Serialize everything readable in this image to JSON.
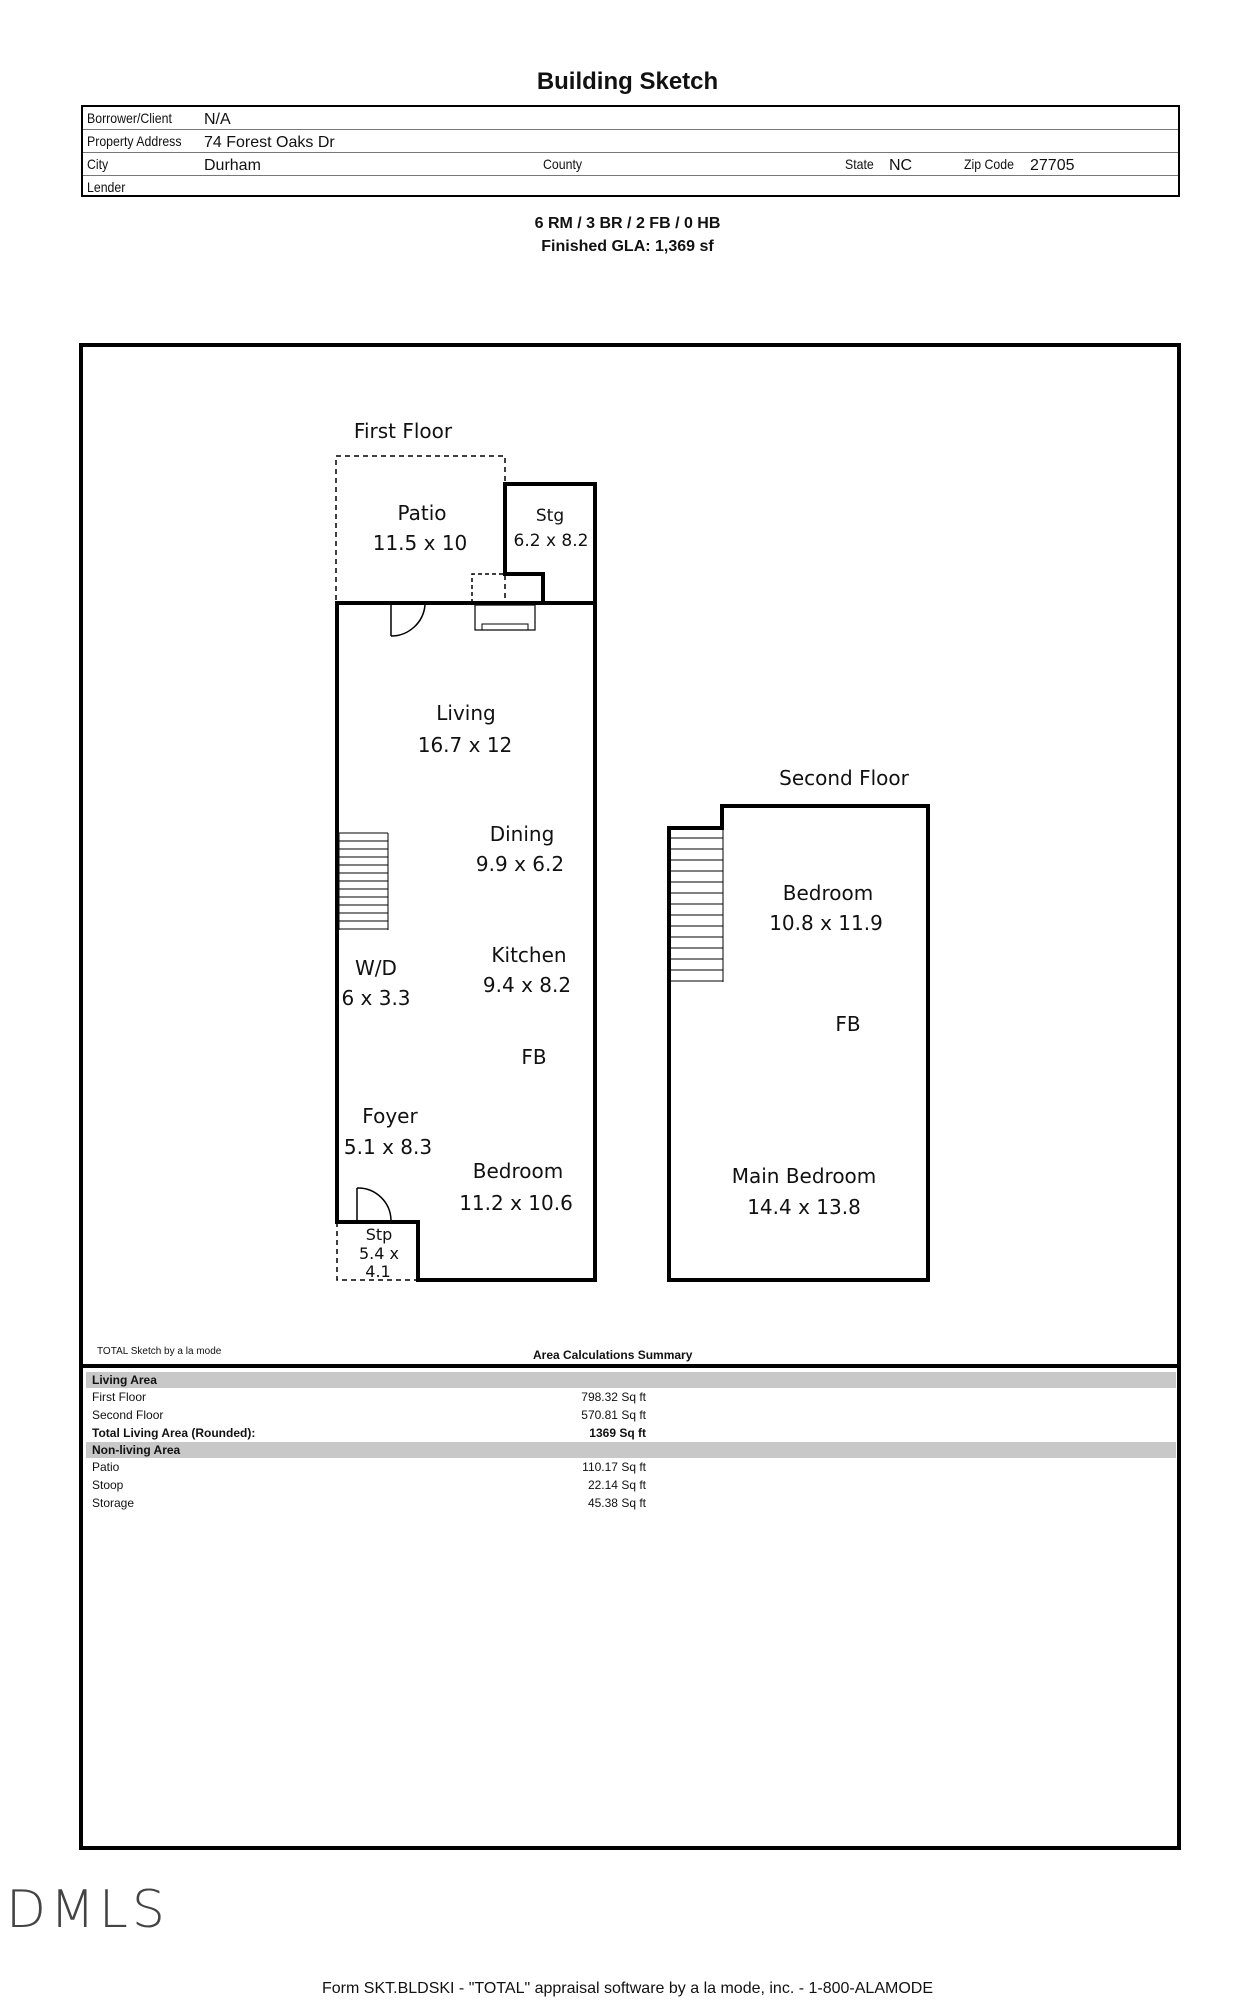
{
  "title": "Building Sketch",
  "info": {
    "borrower_label": "Borrower/Client",
    "borrower_value": "N/A",
    "address_label": "Property Address",
    "address_value": "74 Forest Oaks Dr",
    "city_label": "City",
    "city_value": "Durham",
    "county_label": "County",
    "county_value": "",
    "state_label": "State",
    "state_value": "NC",
    "zip_label": "Zip Code",
    "zip_value": "27705",
    "lender_label": "Lender",
    "lender_value": ""
  },
  "summary": {
    "rooms": "6 RM / 3 BR / 2 FB / 0 HB",
    "gla": "Finished GLA: 1,369 sf"
  },
  "first_floor": {
    "label": "First Floor",
    "patio_name": "Patio",
    "patio_dim": "11.5 x 10",
    "stg_name": "Stg",
    "stg_dim": "6.2 x 8.2",
    "living_name": "Living",
    "living_dim": "16.7 x 12",
    "dining_name": "Dining",
    "dining_dim": "9.9 x 6.2",
    "wd_name": "W/D",
    "wd_dim": "6 x 3.3",
    "kitchen_name": "Kitchen",
    "kitchen_dim": "9.4 x 8.2",
    "fb": "FB",
    "foyer_name": "Foyer",
    "foyer_dim": "5.1 x 8.3",
    "bedroom_name": "Bedroom",
    "bedroom_dim": "11.2 x 10.6",
    "stp_name": "Stp",
    "stp_dim1": "5.4 x",
    "stp_dim2": "4.1"
  },
  "second_floor": {
    "label": "Second Floor",
    "bedroom_name": "Bedroom",
    "bedroom_dim": "10.8 x 11.9",
    "fb": "FB",
    "main_name": "Main Bedroom",
    "main_dim": "14.4 x 13.8"
  },
  "sketch_credit": "TOTAL Sketch by a la mode",
  "calc": {
    "title": "Area Calculations Summary",
    "living_header": "Living Area",
    "first_floor_label": "First Floor",
    "first_floor_value": "798.32 Sq ft",
    "second_floor_label": "Second Floor",
    "second_floor_value": "570.81 Sq ft",
    "total_label": "Total Living Area (Rounded):",
    "total_value": "1369 Sq ft",
    "nonliving_header": "Non-living Area",
    "patio_label": "Patio",
    "patio_value": "110.17 Sq ft",
    "stoop_label": "Stoop",
    "stoop_value": "22.14 Sq ft",
    "storage_label": "Storage",
    "storage_value": "45.38 Sq ft"
  },
  "watermark": "DMLS",
  "footer": "Form SKT.BLDSKI - \"TOTAL\" appraisal software by a la mode, inc. - 1-800-ALAMODE"
}
